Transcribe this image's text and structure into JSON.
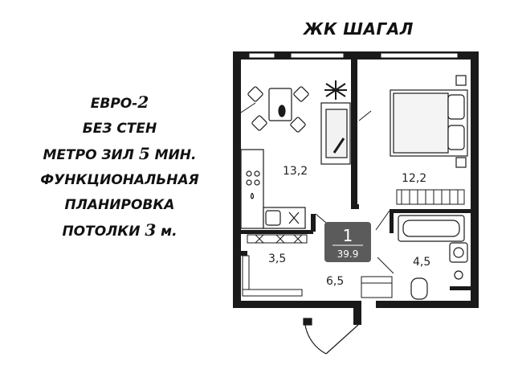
{
  "complex_name": "ЖК ШАГАЛ",
  "features": [
    {
      "text": "ЕВРО-",
      "num": "2",
      "tail": ""
    },
    {
      "text": "БЕЗ СТЕН",
      "num": "",
      "tail": ""
    },
    {
      "text": "МЕТРО ЗИЛ ",
      "num": "5",
      "tail": " МИН."
    },
    {
      "text": "ФУНКЦИОНАЛЬНАЯ",
      "num": "",
      "tail": ""
    },
    {
      "text": "ПЛАНИРОВКА",
      "num": "",
      "tail": ""
    },
    {
      "text": "ПОТОЛКИ ",
      "num": "3",
      "tail": " м."
    }
  ],
  "plan": {
    "rooms": {
      "kitchen_living": "13,2",
      "bedroom": "12,2",
      "storage": "3,5",
      "hall": "6,5",
      "bathroom": "4,5"
    },
    "badge": {
      "rooms": "1",
      "total_area": "39.9"
    },
    "colors": {
      "walls": "#1a1a1a",
      "badge": "#5b5b5b"
    }
  }
}
